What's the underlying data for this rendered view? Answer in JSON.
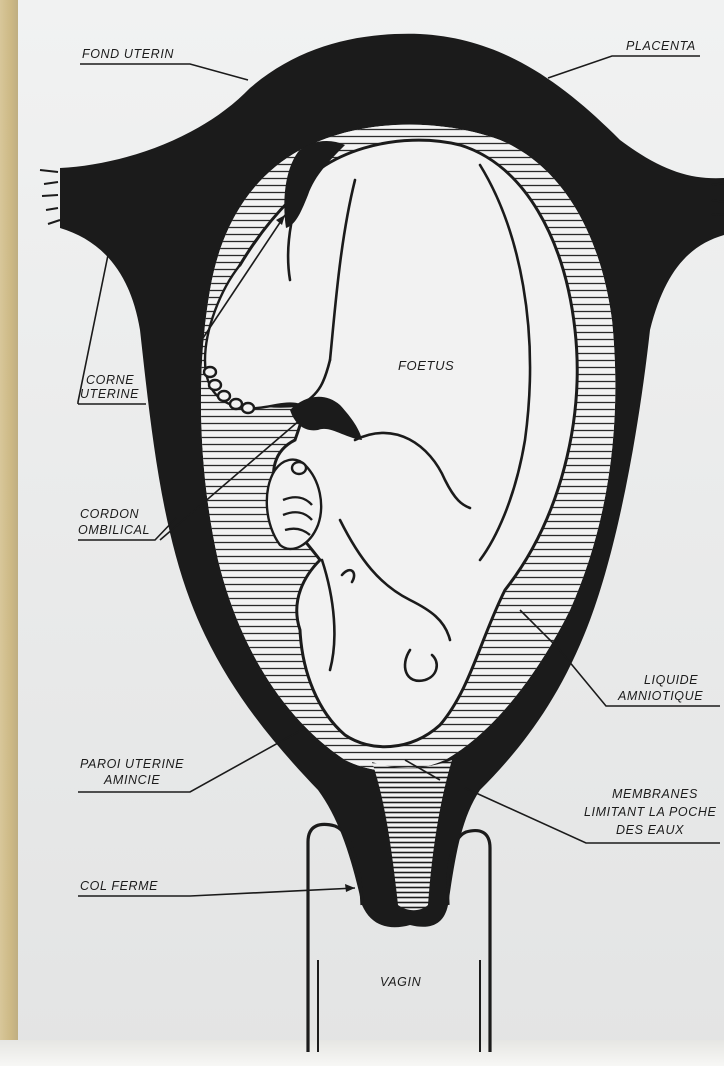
{
  "labels": {
    "fond_uterin": "FOND UTERIN",
    "placenta": "PLACENTA",
    "foetus": "FOETUS",
    "corne_uterine": [
      "CORNE",
      "UTERINE"
    ],
    "cordon_ombilical": [
      "CORDON",
      "OMBILICAL"
    ],
    "liquide_amniotique": [
      "LIQUIDE",
      "AMNIOTIQUE"
    ],
    "paroi_uterine_amincie": [
      "PAROI UTERINE",
      "AMINCIE"
    ],
    "membranes": [
      "MEMBRANES",
      "LIMITANT LA POCHE",
      "DES EAUX"
    ],
    "col_ferme": "COL FERME",
    "vagin": "VAGIN"
  },
  "colors": {
    "ink": "#1b1b1b",
    "paper": "#efefef",
    "fluid_hatch": "#2a2a2a",
    "board_edge": "#cdb985"
  }
}
